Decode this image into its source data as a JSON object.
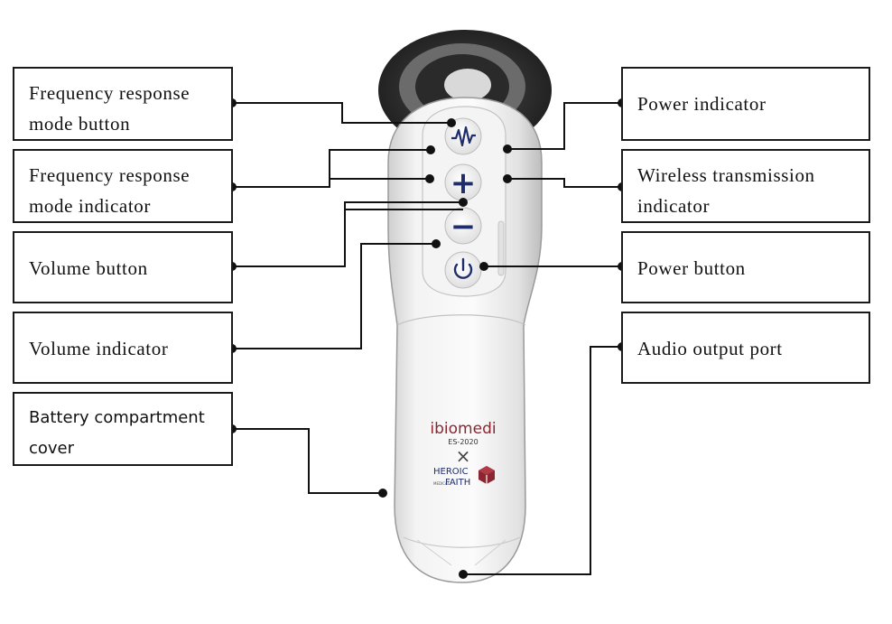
{
  "labels": {
    "freq_button": "Frequency response mode button",
    "freq_indicator": "Frequency response mode indicator",
    "volume_button": "Volume button",
    "volume_indicator": "Volume indicator",
    "battery_cover": "Battery compartment cover",
    "power_indicator": "Power indicator",
    "wireless_indicator": "Wireless transmission indicator",
    "power_button": "Power button",
    "audio_port": "Audio output port"
  },
  "device": {
    "brand": "ibiomedi",
    "model": "ES-2020",
    "cross": "×",
    "partner_top": "HEROIC",
    "partner_small": "MEDICAL",
    "partner_bottom": "FAITH",
    "plus_symbol": "+",
    "minus_symbol": "−"
  },
  "colors": {
    "navy": "#1f2d6b",
    "brand": "#8a2531",
    "body": "#eeeeee",
    "outline": "#1a1a1a"
  }
}
